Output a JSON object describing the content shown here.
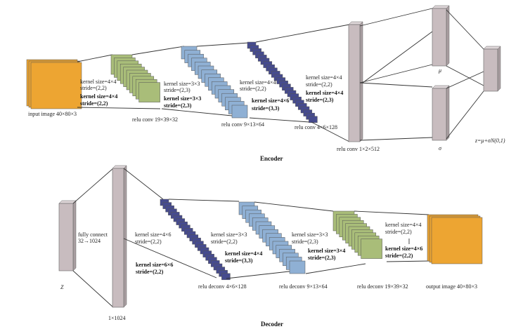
{
  "encoder": {
    "title": "Encoder",
    "input_label": "input image 40×80×3",
    "conv1": {
      "k_top": "kernel size=4×4",
      "s_top": "stride=(2,2)",
      "k_bold": "kernel size=4×4",
      "s_bold": "stride=(2,2)",
      "label": "relu conv 19×39×32"
    },
    "conv2": {
      "k_top": "kernel size=3×3",
      "s_top": "stride=(2,3)",
      "k_bold": "kernel size=3×3",
      "s_bold": "stride=(2,3)",
      "label": "relu conv 9×13×64"
    },
    "conv3": {
      "k_top": "kernel size=4×4",
      "s_top": "stride=(2,2)",
      "k_bold": "kernel size=4×6",
      "s_bold": "stride=(3,3)",
      "label": "relu conv 4×6×128"
    },
    "conv4": {
      "k_top": "kernel size=4×4",
      "s_top": "stride=(2,2)",
      "k_bold": "kernel size=4×4",
      "s_bold": "stride=(2,3)",
      "label": "relu conv 1×2×512"
    },
    "mu_label": "μ",
    "sigma_label": "σ",
    "z_label": "z=μ+σN(0,1)"
  },
  "decoder": {
    "title": "Decoder",
    "z_label": "Z",
    "fc_label": "fully connect\n32→1024",
    "fc_size": "1×1024",
    "deconv1": {
      "k_top": "kernel size=4×6",
      "s_top": "stride=(2,2)",
      "k_bold": "kernel size=6×6",
      "s_bold": "stride=(2,2)",
      "label": "relu deconv 4×6×128"
    },
    "deconv2": {
      "k_top": "kernel size=3×3",
      "s_top": "stride=(2,2)",
      "k_bold": "kernel size=4×4",
      "s_bold": "stride=(3,3)",
      "label": "relu deconv 9×13×64"
    },
    "deconv3": {
      "k_top": "kernel size=3×3",
      "s_top": "stride=(2,3)",
      "k_bold": "kernel size=3×4",
      "s_bold": "stride=(2,3)",
      "label": "relu deconv 19×39×32"
    },
    "deconv4": {
      "k_top": "kernel size=4×4",
      "s_top": "stride=(2,2)",
      "k_bold": "kernel size=4×6",
      "s_bold": "stride=(2,2)",
      "label": "output image 40×80×3"
    }
  },
  "colors": {
    "orange": "#eda532",
    "green": "#a9bd79",
    "blue": "#8fb0d4",
    "navy": "#464b8e",
    "gray": "#c8bcbf",
    "line": "#333333"
  }
}
